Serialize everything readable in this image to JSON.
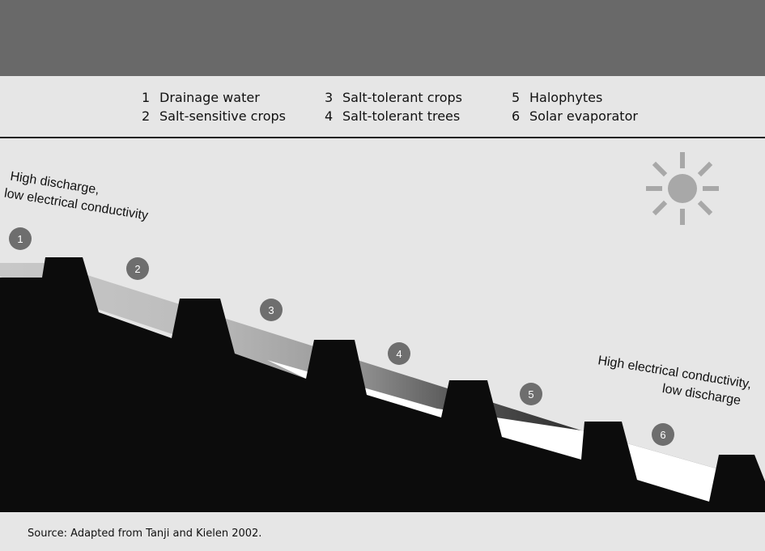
{
  "legend": [
    {
      "num": "1",
      "label": "Drainage water"
    },
    {
      "num": "2",
      "label": "Salt-sensitive crops"
    },
    {
      "num": "3",
      "label": "Salt-tolerant crops"
    },
    {
      "num": "4",
      "label": "Salt-tolerant trees"
    },
    {
      "num": "5",
      "label": "Halophytes"
    },
    {
      "num": "6",
      "label": "Solar evaporator"
    }
  ],
  "annotations": {
    "start_line1": "High discharge,",
    "start_line2": "low electrical conductivity",
    "end_line1": "High electrical conductivity,",
    "end_line2": "low discharge"
  },
  "markers": [
    "1",
    "2",
    "3",
    "4",
    "5",
    "6"
  ],
  "source": "Source: Adapted from Tanji and Kielen 2002.",
  "colors": {
    "band": "#696969",
    "background": "#e6e6e6",
    "terrain": "#0c0c0c",
    "marker": "#6e6e6e",
    "sun": "#a8a8a8"
  },
  "icons": {
    "sun": "sun-icon"
  }
}
